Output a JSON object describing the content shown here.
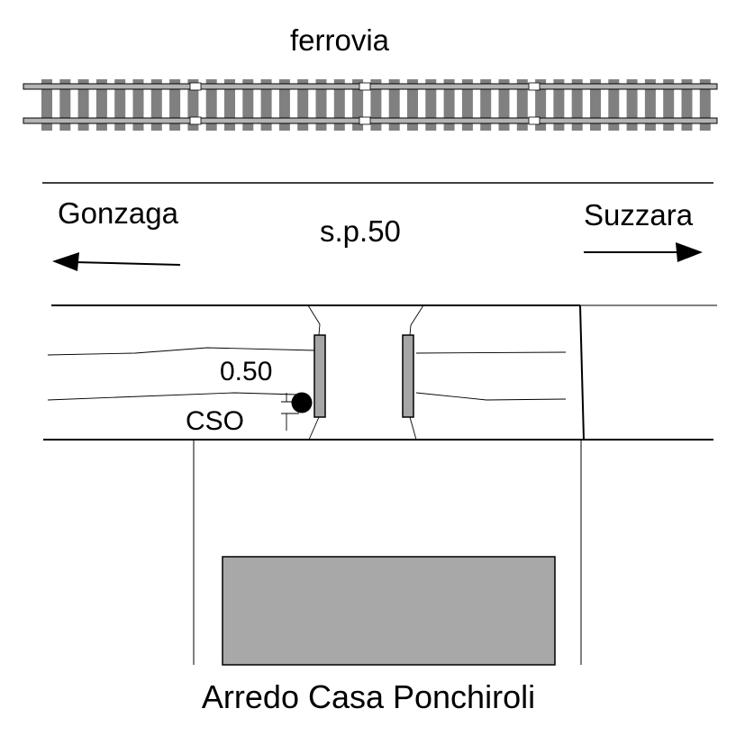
{
  "labels": {
    "railway": "ferrovia",
    "road": "s.p.50",
    "west_town": "Gonzaga",
    "east_town": "Suzzara",
    "offset": "0.50",
    "marker": "CSO",
    "building": "Arredo Casa Ponchiroli"
  },
  "colors": {
    "ink": "#000000",
    "track_gray": "#808080",
    "rail_fill": "#b4b4b4",
    "building_fill": "#a8a8a8",
    "island_fill": "#a6a6a6"
  },
  "icons": {
    "west_arrow": "arrow-left-icon",
    "east_arrow": "arrow-right-icon",
    "marker": "filled-circle-icon"
  }
}
